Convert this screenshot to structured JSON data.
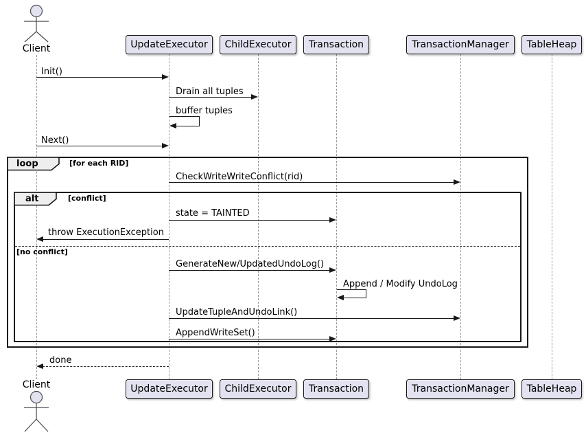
{
  "diagram_type": "uml-sequence-diagram",
  "actors": {
    "client": {
      "name": "Client",
      "kind": "actor"
    }
  },
  "participants": [
    {
      "name": "UpdateExecutor"
    },
    {
      "name": "ChildExecutor"
    },
    {
      "name": "Transaction"
    },
    {
      "name": "TransactionManager"
    },
    {
      "name": "TableHeap"
    }
  ],
  "messages": {
    "init": {
      "label": "Init()",
      "from": "Client",
      "to": "UpdateExecutor",
      "style": "solid"
    },
    "drain": {
      "label": "Drain all tuples",
      "from": "UpdateExecutor",
      "to": "ChildExecutor",
      "style": "solid"
    },
    "buffer": {
      "label": "buffer tuples",
      "from": "UpdateExecutor",
      "to": "UpdateExecutor",
      "style": "self"
    },
    "next": {
      "label": "Next()",
      "from": "Client",
      "to": "UpdateExecutor",
      "style": "solid"
    },
    "check": {
      "label": "CheckWriteWriteConflict(rid)",
      "from": "UpdateExecutor",
      "to": "TransactionManager",
      "style": "solid"
    },
    "tainted": {
      "label": "state = TAINTED",
      "from": "UpdateExecutor",
      "to": "Transaction",
      "style": "solid"
    },
    "throw_exc": {
      "label": "throw ExecutionException",
      "from": "UpdateExecutor",
      "to": "Client",
      "style": "solid"
    },
    "generate": {
      "label": "GenerateNew/UpdatedUndoLog()",
      "from": "UpdateExecutor",
      "to": "Transaction",
      "style": "solid"
    },
    "append_modify": {
      "label": "Append / Modify UndoLog",
      "from": "Transaction",
      "to": "Transaction",
      "style": "self"
    },
    "update_tuple": {
      "label": "UpdateTupleAndUndoLink()",
      "from": "UpdateExecutor",
      "to": "TransactionManager",
      "style": "solid"
    },
    "append_ws": {
      "label": "AppendWriteSet()",
      "from": "UpdateExecutor",
      "to": "Transaction",
      "style": "solid"
    },
    "done": {
      "label": "done",
      "from": "UpdateExecutor",
      "to": "Client",
      "style": "dashed-return"
    }
  },
  "frames": {
    "loop": {
      "operator": "loop",
      "guard": "[for each RID]"
    },
    "alt": {
      "operator": "alt",
      "guard": "[conflict]",
      "else_guard": "[no conflict]"
    }
  },
  "colors": {
    "participant_fill": "#E2E2F0",
    "participant_border": "#181818",
    "frame_border": "#181818",
    "frame_tab_fill": "#EEEEEE",
    "lifeline": "#9A9A9A",
    "text": "#000000",
    "background": "#FFFFFF"
  }
}
